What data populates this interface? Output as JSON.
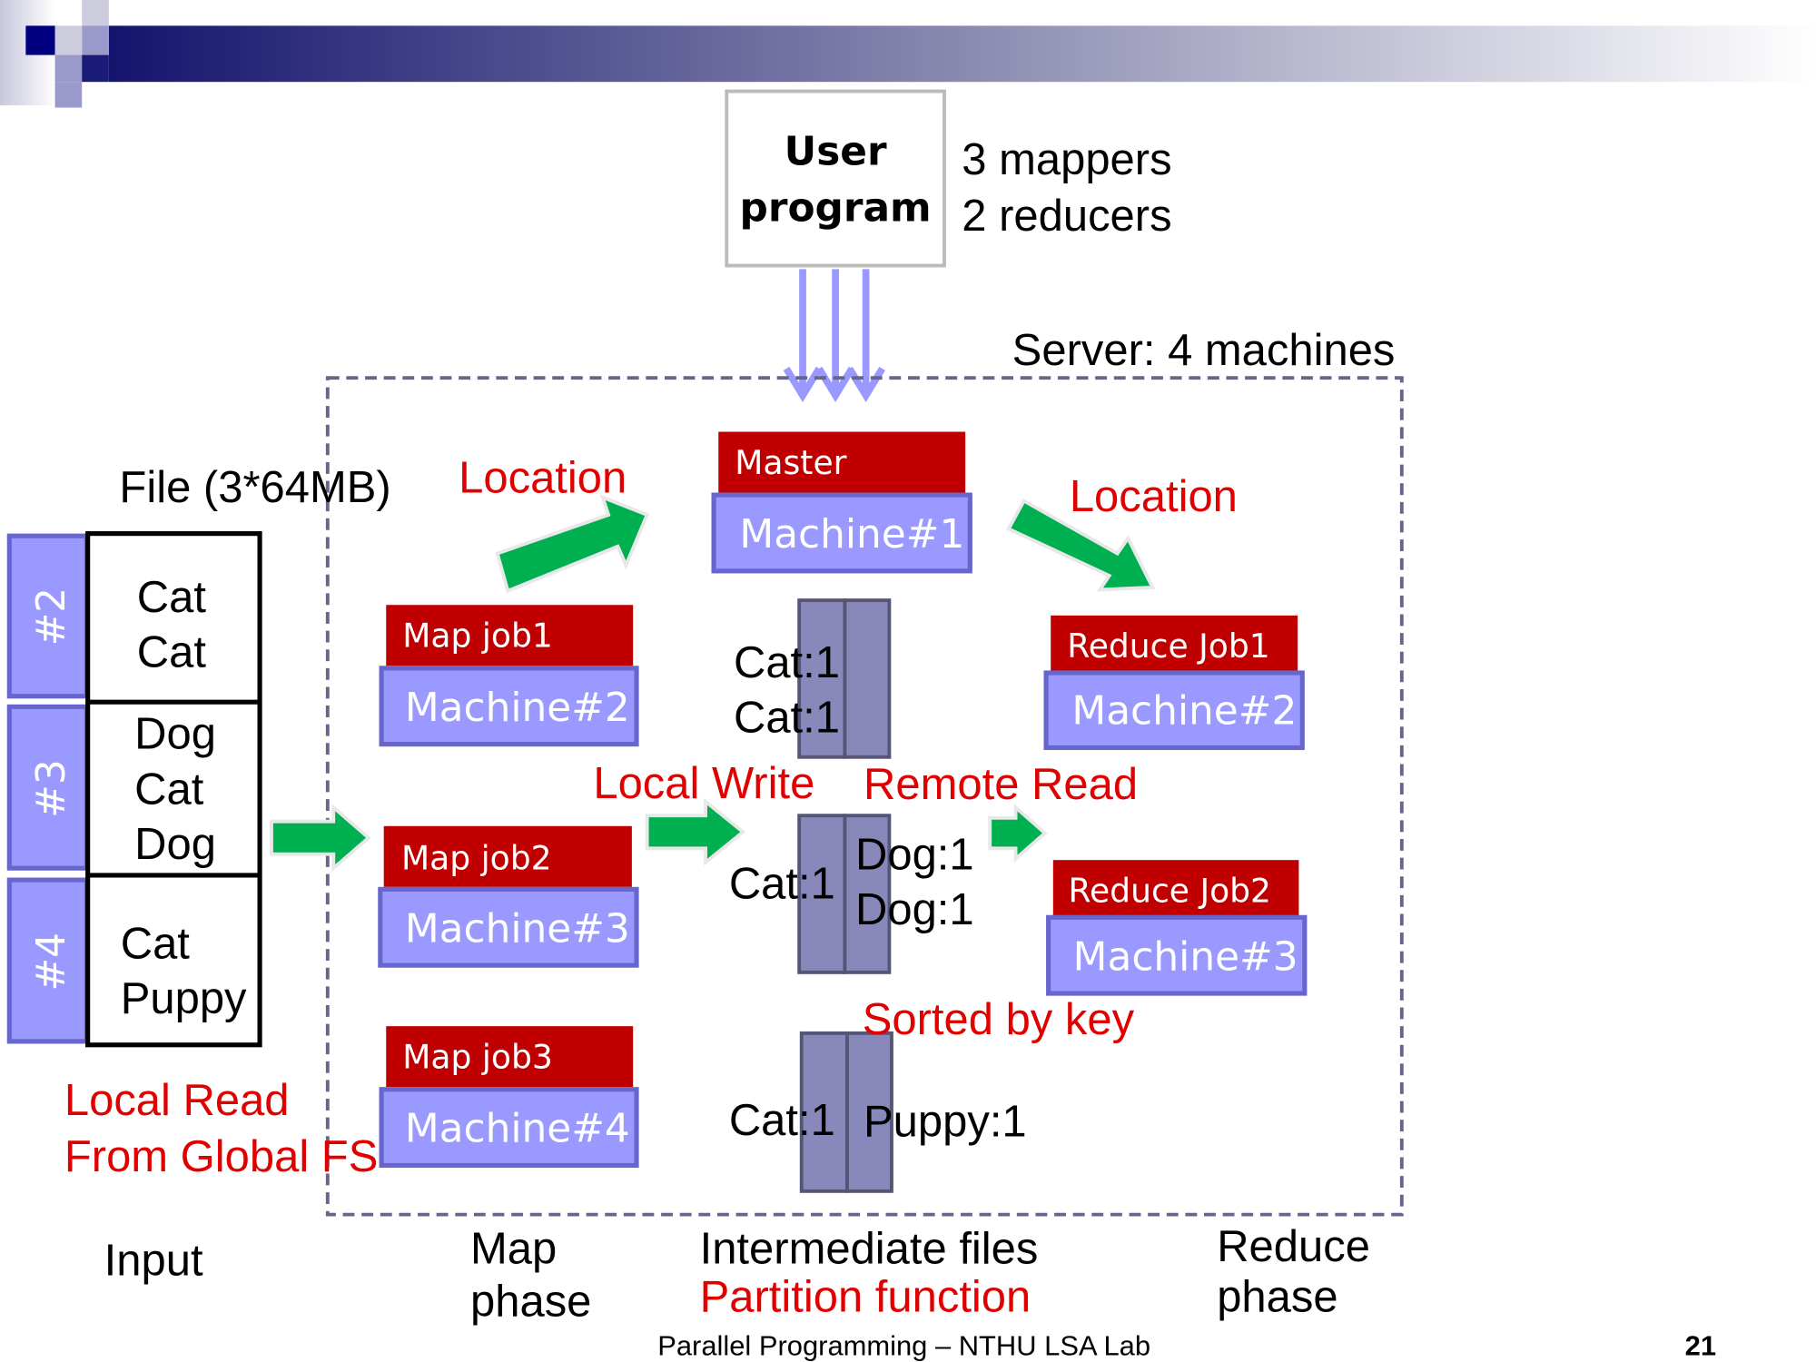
{
  "slide_number": "21",
  "footer": "Parallel Programming – NTHU LSA Lab",
  "user_program": {
    "line1": "User",
    "line2": "program"
  },
  "config": {
    "mappers": "3 mappers",
    "reducers": "2 reducers"
  },
  "server_label": "Server: 4 machines",
  "file": {
    "title": "File (3*64MB)",
    "chunks": [
      {
        "tab": "#2",
        "lines": [
          "Cat",
          "Cat"
        ]
      },
      {
        "tab": "#3",
        "lines": [
          "Dog",
          "Cat",
          "Dog"
        ]
      },
      {
        "tab": "#4",
        "lines": [
          "Cat",
          "Puppy"
        ]
      }
    ]
  },
  "master": {
    "role": "Master",
    "machine": "Machine#1"
  },
  "map_jobs": [
    {
      "job": "Map job1",
      "machine": "Machine#2"
    },
    {
      "job": "Map job2",
      "machine": "Machine#3"
    },
    {
      "job": "Map job3",
      "machine": "Machine#4"
    }
  ],
  "reduce_jobs": [
    {
      "job": "Reduce Job1",
      "machine": "Machine#2"
    },
    {
      "job": "Reduce Job2",
      "machine": "Machine#3"
    }
  ],
  "intermediate": {
    "file1": [
      "Cat:1",
      "Cat:1"
    ],
    "file2_left": "Cat:1",
    "file2_right": [
      "Dog:1",
      "Dog:1"
    ],
    "file3_left": "Cat:1",
    "file3_right": "Puppy:1"
  },
  "annotations": {
    "location_1": "Location",
    "location_2": "Location",
    "local_write": "Local Write",
    "remote_read": "Remote Read",
    "sorted_by_key": "Sorted by key",
    "local_read_1": "Local Read",
    "local_read_2": "From Global FS",
    "partition_function": "Partition function"
  },
  "phases": {
    "input": "Input",
    "map_1": "Map",
    "map_2": "phase",
    "intermediate": "Intermediate files",
    "reduce_1": "Reduce",
    "reduce_2": "phase"
  },
  "colors": {
    "header": "#1a1a7a",
    "job_red": "#c00000",
    "machine_blue": "#9999ff",
    "arrow_green": "#00b050",
    "annotation_red": "#e00000"
  }
}
